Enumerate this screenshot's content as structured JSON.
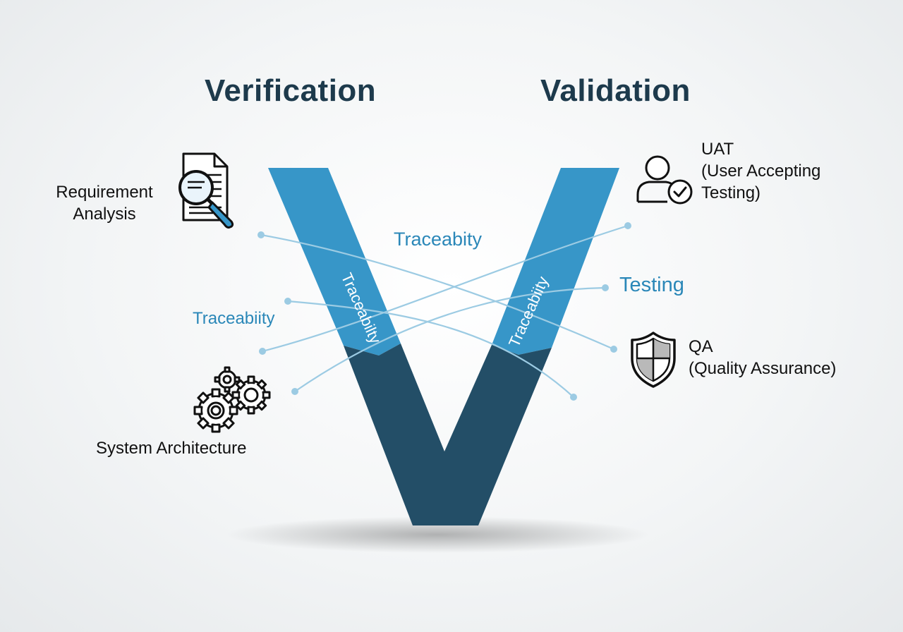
{
  "headings": {
    "left": "Verification",
    "right": "Validation"
  },
  "stages": {
    "requirement_analysis": "Requirement Analysis",
    "system_architecture": "System Architecture",
    "uat_title": "UAT",
    "uat_line1": "(User Accepting",
    "uat_line2": "Testing)",
    "qa_title": "QA",
    "qa_subtitle": "(Quality Assurance)"
  },
  "labels": {
    "traceability_top": "Traceabity",
    "traceability_left": "Traceabiity",
    "traceability_left_arm": "Traceabilty",
    "traceability_right_arm": "Traceabiity",
    "testing": "Testing"
  },
  "icons": {
    "requirement": "document-magnifier-icon",
    "architecture": "gears-icon",
    "uat": "user-check-icon",
    "qa": "shield-icon"
  },
  "colors": {
    "v_top": "#3796c8",
    "v_bottom": "#234e67",
    "heading": "#1d3a4c",
    "accent_text": "#2a87b8",
    "connector": "#9ccbe3"
  }
}
